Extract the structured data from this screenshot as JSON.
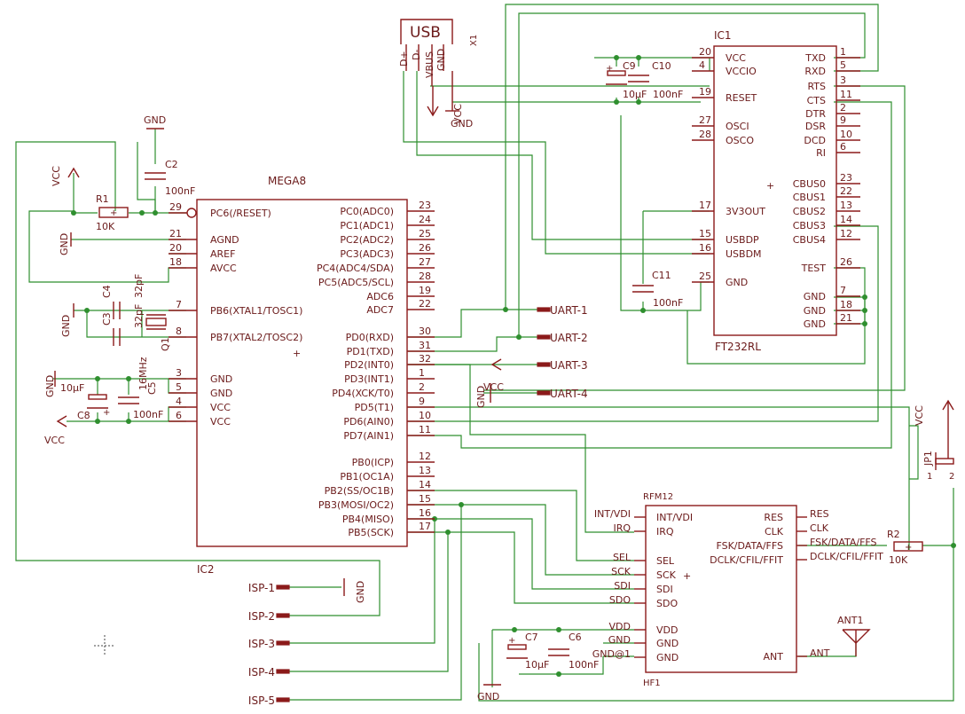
{
  "usb": {
    "name": "USB",
    "part": "X1",
    "pins": [
      "D+",
      "D-",
      "VBUS",
      "GND"
    ]
  },
  "ic1": {
    "ref": "IC1",
    "part": "FT232RL",
    "left_pins": [
      {
        "num": "20",
        "name": "VCC"
      },
      {
        "num": "4",
        "name": "VCCIO"
      },
      {
        "num": "19",
        "name": "RESET"
      },
      {
        "num": "27",
        "name": "OSCI"
      },
      {
        "num": "28",
        "name": "OSCO"
      },
      {
        "num": "17",
        "name": "3V3OUT"
      },
      {
        "num": "15",
        "name": "USBDP"
      },
      {
        "num": "16",
        "name": "USBDM"
      },
      {
        "num": "25",
        "name": "GND"
      }
    ],
    "right_pins": [
      {
        "num": "1",
        "name": "TXD"
      },
      {
        "num": "5",
        "name": "RXD"
      },
      {
        "num": "3",
        "name": "RTS"
      },
      {
        "num": "11",
        "name": "CTS"
      },
      {
        "num": "2",
        "name": "DTR"
      },
      {
        "num": "9",
        "name": "DSR"
      },
      {
        "num": "10",
        "name": "DCD"
      },
      {
        "num": "6",
        "name": "RI"
      },
      {
        "num": "23",
        "name": "CBUS0"
      },
      {
        "num": "22",
        "name": "CBUS1"
      },
      {
        "num": "13",
        "name": "CBUS2"
      },
      {
        "num": "14",
        "name": "CBUS3"
      },
      {
        "num": "12",
        "name": "CBUS4"
      },
      {
        "num": "26",
        "name": "TEST"
      },
      {
        "num": "7",
        "name": "GND"
      },
      {
        "num": "18",
        "name": "GND"
      },
      {
        "num": "21",
        "name": "GND"
      }
    ]
  },
  "ic2": {
    "ref": "IC2",
    "part": "MEGA8",
    "left_pins": [
      {
        "num": "29",
        "name": "PC6(/RESET)"
      },
      {
        "num": "21",
        "name": "AGND"
      },
      {
        "num": "20",
        "name": "AREF"
      },
      {
        "num": "18",
        "name": "AVCC"
      },
      {
        "num": "7",
        "name": "PB6(XTAL1/TOSC1)"
      },
      {
        "num": "8",
        "name": "PB7(XTAL2/TOSC2)"
      },
      {
        "num": "3",
        "name": "GND"
      },
      {
        "num": "5",
        "name": "GND"
      },
      {
        "num": "4",
        "name": "VCC"
      },
      {
        "num": "6",
        "name": "VCC"
      }
    ],
    "right_pins": [
      {
        "num": "23",
        "name": "PC0(ADC0)"
      },
      {
        "num": "24",
        "name": "PC1(ADC1)"
      },
      {
        "num": "25",
        "name": "PC2(ADC2)"
      },
      {
        "num": "26",
        "name": "PC3(ADC3)"
      },
      {
        "num": "27",
        "name": "PC4(ADC4/SDA)"
      },
      {
        "num": "28",
        "name": "PC5(ADC5/SCL)"
      },
      {
        "num": "19",
        "name": "ADC6"
      },
      {
        "num": "22",
        "name": "ADC7"
      },
      {
        "num": "30",
        "name": "PD0(RXD)"
      },
      {
        "num": "31",
        "name": "PD1(TXD)"
      },
      {
        "num": "32",
        "name": "PD2(INT0)"
      },
      {
        "num": "1",
        "name": "PD3(INT1)"
      },
      {
        "num": "2",
        "name": "PD4(XCK/T0)"
      },
      {
        "num": "9",
        "name": "PD5(T1)"
      },
      {
        "num": "10",
        "name": "PD6(AIN0)"
      },
      {
        "num": "11",
        "name": "PD7(AIN1)"
      },
      {
        "num": "12",
        "name": "PB0(ICP)"
      },
      {
        "num": "13",
        "name": "PB1(OC1A)"
      },
      {
        "num": "14",
        "name": "PB2(SS/OC1B)"
      },
      {
        "num": "15",
        "name": "PB3(MOSI/OC2)"
      },
      {
        "num": "16",
        "name": "PB4(MISO)"
      },
      {
        "num": "17",
        "name": "PB5(SCK)"
      }
    ]
  },
  "rfm": {
    "ref": "RFM12",
    "part": "HF1",
    "left_pins": [
      "INT/VDI",
      "IRQ",
      "SEL",
      "SCK",
      "SDI",
      "SDO",
      "VDD",
      "GND",
      "GND"
    ],
    "left_nets": [
      "INT/VDI",
      "IRQ",
      "SEL",
      "SCK",
      "SDI",
      "SDO",
      "VDD",
      "GND",
      "GND@1"
    ],
    "right_pins": [
      "RES",
      "CLK",
      "FSK/DATA/FFS",
      "DCLK/CFIL/FFIT",
      "ANT"
    ],
    "right_nets": [
      "RES",
      "CLK",
      "FSK/DATA/FFS",
      "DCLK/CFIL/FFIT",
      "ANT"
    ]
  },
  "parts": {
    "c2": {
      "ref": "C2",
      "value": "100nF"
    },
    "r1": {
      "ref": "R1",
      "value": "10K"
    },
    "c3": {
      "ref": "C3",
      "value": "32pF"
    },
    "c4": {
      "ref": "C4",
      "value": "32pF"
    },
    "q1": {
      "ref": "Q1",
      "value": "16MHz"
    },
    "c5": {
      "ref": "C5",
      "value": "100nF"
    },
    "c8": {
      "ref": "C8",
      "value": "10µF"
    },
    "c9": {
      "ref": "C9",
      "value": "10µF"
    },
    "c10": {
      "ref": "C10",
      "value": "100nF"
    },
    "c11": {
      "ref": "C11",
      "value": "100nF"
    },
    "c6": {
      "ref": "C6",
      "value": "100nF"
    },
    "c7": {
      "ref": "C7",
      "value": "10µF"
    },
    "r2": {
      "ref": "R2",
      "value": "10K"
    },
    "ant1": {
      "ref": "ANT1"
    },
    "jp1": {
      "ref": "JP1",
      "pins": [
        "1",
        "2"
      ]
    }
  },
  "uart": [
    "UART-1",
    "UART-2",
    "UART-3",
    "UART-4"
  ],
  "isp": [
    "ISP-1",
    "ISP-2",
    "ISP-3",
    "ISP-4",
    "ISP-5"
  ],
  "net": {
    "gnd": "GND",
    "vcc": "VCC"
  },
  "colors": {
    "symbol": "#8b1a1a",
    "wire": "#2f8f2f"
  }
}
